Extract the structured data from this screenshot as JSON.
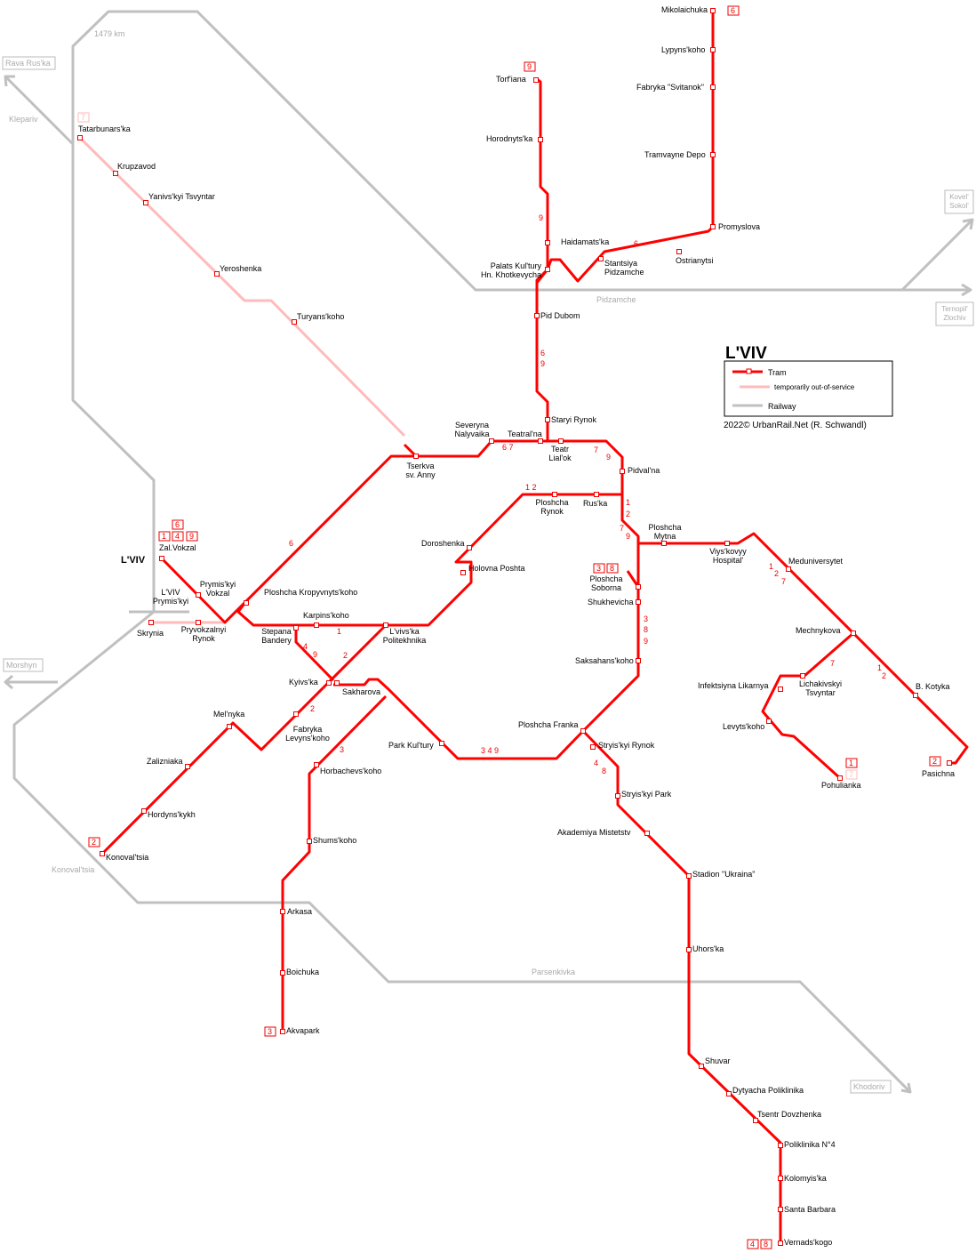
{
  "title": "L'VIV",
  "legend": {
    "tram": "Tram",
    "oos": "temporarily out-of-service",
    "rail": "Railway",
    "copyright": "2022© UrbanRail.Net (R. Schwandl)"
  },
  "colors": {
    "tram": "#ff0000",
    "out_of_service": "#ffbbbb",
    "railway": "#c0c0c0"
  },
  "rail_labels": [
    "1479 km",
    "Rava Rus'ka",
    "Klepariv",
    "Pidzamche",
    "Kovel' Sokol'",
    "Ternopil' Zlochiv",
    "Morshyn",
    "Konoval'tsia",
    "Parsenkivka",
    "Khodoriv",
    "L'VIV",
    "L'VIV Prymis'kyi"
  ],
  "stations": [
    "Mikolaichuka",
    "Lypyns'koho",
    "Fabryka \"Svitanok\"",
    "Tramvayne Depo",
    "Promyslova",
    "Ostrianytsi",
    "Stantsiya Pidzamche",
    "Torf'iana",
    "Horodnyts'ka",
    "Haidamats'ka",
    "Palats Kul'tury Hn. Khotkevycha",
    "Pid Dubom",
    "Staryi Rynok",
    "Severyna Nalyvaika",
    "Teatral'na",
    "Teatr Lial'ok",
    "Pidval'na",
    "Tserkva sv. Anny",
    "Tatarbunars'ka",
    "Krupzavod",
    "Yanivs'kyi Tsvyntar",
    "Yeroshenka",
    "Turyans'koho",
    "Ploshcha Rynok",
    "Rus'ka",
    "Ploshcha Mytna",
    "Viys'kovyy Hospital'",
    "Meduniversytet",
    "Doroshenka",
    "Holovna Poshta",
    "Ploshcha Soborna",
    "Shukhevicha",
    "Zal.Vokzal",
    "Prymis'kyi Vokzal",
    "Ploshcha Kropyvnyts'koho",
    "Skrynia",
    "Pryvokzalnyi Rynok",
    "Karpins'koho",
    "Stepana Bandery",
    "L'vivs'ka Politekhnika",
    "Kyivs'ka",
    "Sakharova",
    "Saksahans'koho",
    "Mechnykova",
    "Infektsiyna Likarnya",
    "Lichakivskyi Tsvyntar",
    "Levyts'koho",
    "B. Kotyka",
    "Pohulianka",
    "Pasichna",
    "Mel'nyka",
    "Fabryka Levyns'koho",
    "Zalizniaka",
    "Hordyns'kykh",
    "Konoval'tsia",
    "Park Kul'tury",
    "Ploshcha Franka",
    "Stryis'kyi Rynok",
    "Stryis'kyi Park",
    "Akademiya Mistetstv",
    "Stadion \"Ukraina\"",
    "Horbachevs'koho",
    "Shums'koho",
    "Arkasa",
    "Boichuka",
    "Akvapark",
    "Uhors'ka",
    "Shuvar",
    "Dytyacha Poliklinika",
    "Tsentr Dovzhenka",
    "Poliklinika N°4",
    "Kolomyis'ka",
    "Santa Barbara",
    "Vernads'kogo"
  ],
  "terminus_routes": {
    "mikolaichuka": "6",
    "torfiana": "9",
    "tatarbunarska": "7",
    "vokzal": [
      "6",
      "1",
      "4",
      "9"
    ],
    "soborna": [
      "3",
      "8"
    ],
    "pohulianka": [
      "1",
      "7"
    ],
    "pasichna": "2",
    "konovaltsia": "2",
    "akvapark": "3",
    "vernadskogo": [
      "4",
      "8"
    ]
  },
  "route_labels": [
    "6",
    "9",
    "6 9",
    "6 7",
    "7",
    "9",
    "1 2",
    "1",
    "2",
    "7",
    "9",
    "6",
    "1",
    "4",
    "9",
    "2",
    "2",
    "3",
    "3 4 9",
    "4",
    "8",
    "3",
    "8",
    "9",
    "1",
    "2",
    "7",
    "7",
    "1",
    "2"
  ]
}
